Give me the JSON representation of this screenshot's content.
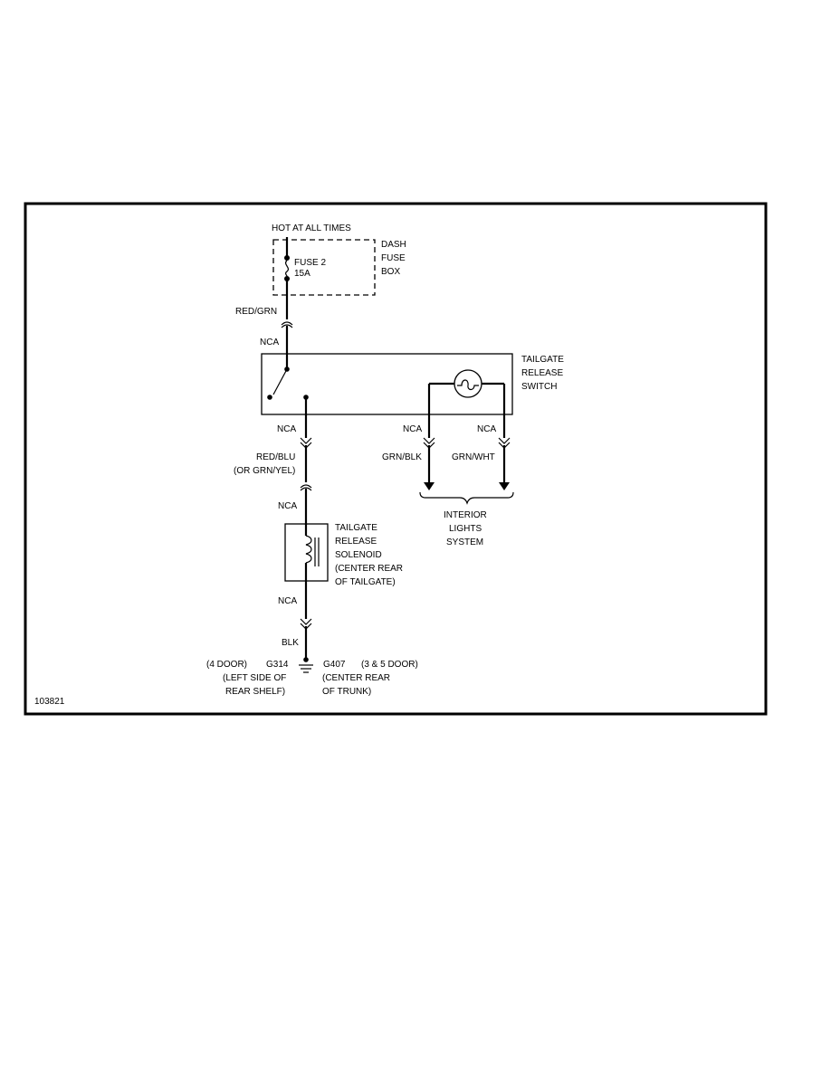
{
  "figure_id": "103821",
  "power": {
    "hot_label": "HOT AT ALL TIMES",
    "fuse_box_lines": [
      "DASH",
      "FUSE",
      "BOX"
    ],
    "fuse_name": "FUSE 2",
    "fuse_rating": "15A"
  },
  "wires": {
    "red_grn": "RED/GRN",
    "nca": "NCA",
    "red_blu": "RED/BLU",
    "red_blu_alt": "(OR GRN/YEL)",
    "grn_blk": "GRN/BLK",
    "grn_wht": "GRN/WHT",
    "blk": "BLK"
  },
  "switch_lines": [
    "TAILGATE",
    "RELEASE",
    "SWITCH"
  ],
  "interior_lines": [
    "INTERIOR",
    "LIGHTS",
    "SYSTEM"
  ],
  "solenoid_lines": [
    "TAILGATE",
    "RELEASE",
    "SOLENOID",
    "(CENTER REAR",
    "OF TAILGATE)"
  ],
  "grounds": {
    "left_variant": "(4 DOOR)",
    "left_id": "G314",
    "left_loc": [
      "(LEFT SIDE OF",
      "REAR SHELF)"
    ],
    "right_id": "G407",
    "right_variant": "(3 & 5 DOOR)",
    "right_loc": [
      "(CENTER REAR",
      "OF TRUNK)"
    ]
  }
}
